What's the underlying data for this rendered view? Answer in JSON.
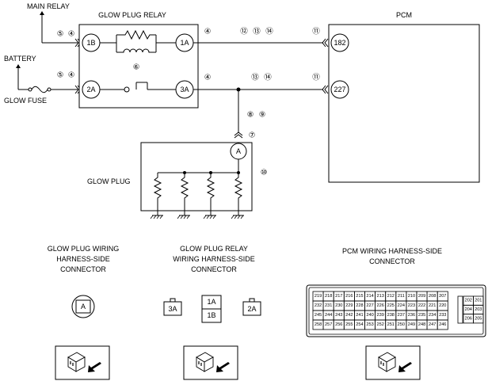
{
  "labels": {
    "main_relay": "MAIN RELAY",
    "battery": "BATTERY",
    "glow_fuse": "GLOW FUSE",
    "glow_plug_relay": "GLOW PLUG  RELAY",
    "pcm": "PCM",
    "glow_plug": "GLOW PLUG"
  },
  "relay_pins": {
    "p1b": "1B",
    "p1a": "1A",
    "p2a": "2A",
    "p3a": "3A"
  },
  "pcm_pins": {
    "p182": "182",
    "p227": "227"
  },
  "plug_pin": "A",
  "callouts": {
    "main_relay": [
      "⑤",
      "④"
    ],
    "battery": [
      "⑤",
      "④"
    ],
    "relay_1a": "④",
    "relay_3a": "④",
    "wire_top": [
      "⑫",
      "⑬",
      "⑭"
    ],
    "wire_bottom": [
      "⑬",
      "⑭"
    ],
    "pcm_top": "⑪",
    "pcm_bottom": "⑪",
    "relay_internal": "⑥",
    "vertical": [
      "⑧",
      "⑨"
    ],
    "plug_connector": "⑦",
    "glow_plug_box": "⑩"
  },
  "connector_titles": {
    "glow_plug": [
      "GLOW PLUG  WIRING",
      "HARNESS-SIDE",
      "CONNECTOR"
    ],
    "relay": [
      "GLOW PLUG  RELAY",
      "WIRING HARNESS-SIDE",
      "CONNECTOR"
    ],
    "pcm": [
      "PCM WIRING HARNESS-SIDE",
      "CONNECTOR"
    ]
  },
  "connector_pins": {
    "glow_plug": "A",
    "relay_left": "3A",
    "relay_top": "1A",
    "relay_bottom": "1B",
    "relay_right": "2A"
  },
  "pcm_grid": {
    "rows": [
      [
        "219",
        "218",
        "217",
        "216",
        "215",
        "214",
        "213",
        "212",
        "211",
        "210",
        "209",
        "208",
        "207"
      ],
      [
        "232",
        "231",
        "230",
        "229",
        "228",
        "227",
        "226",
        "225",
        "224",
        "223",
        "222",
        "221",
        "220"
      ],
      [
        "245",
        "244",
        "243",
        "242",
        "241",
        "240",
        "239",
        "238",
        "237",
        "236",
        "235",
        "234",
        "233"
      ],
      [
        "258",
        "257",
        "256",
        "255",
        "254",
        "253",
        "252",
        "251",
        "250",
        "249",
        "248",
        "247",
        "246"
      ]
    ],
    "side": [
      [
        "202",
        "201"
      ],
      [
        "204",
        "203"
      ],
      [
        "206",
        "205"
      ]
    ]
  },
  "view_icons": [
    "connector-view-icon",
    "connector-view-icon",
    "connector-view-icon"
  ]
}
